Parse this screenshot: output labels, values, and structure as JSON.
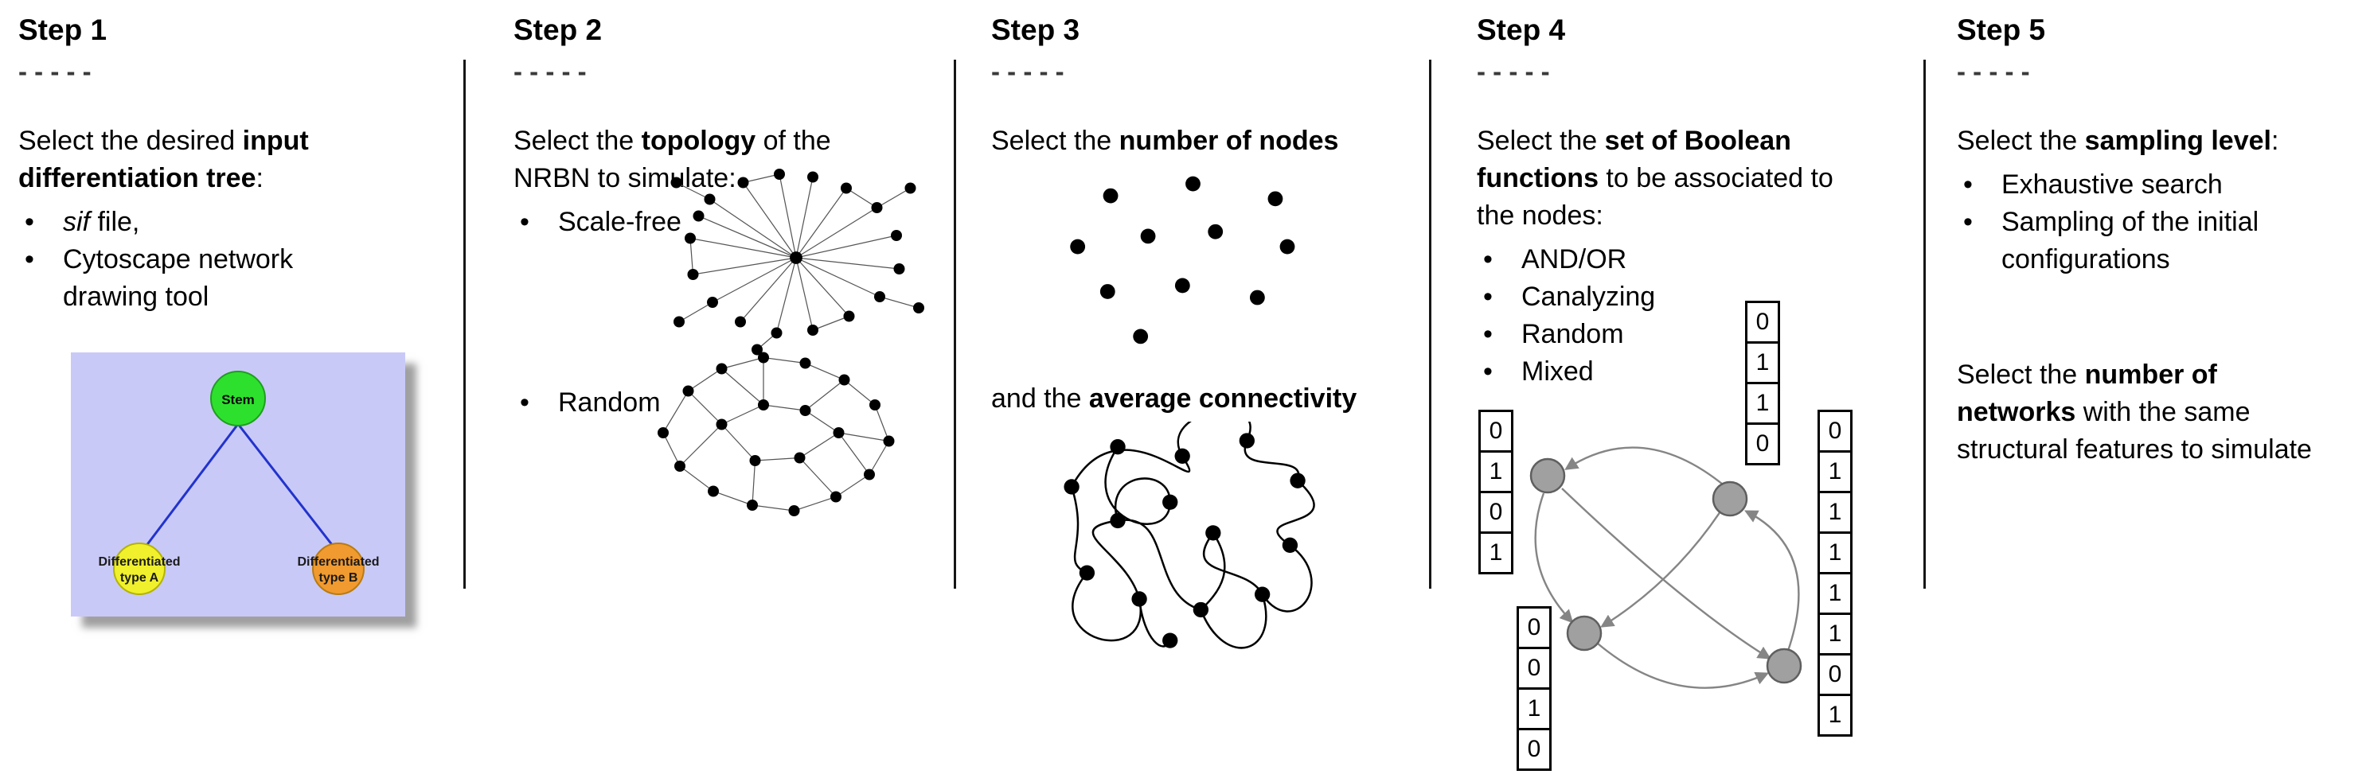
{
  "steps": [
    {
      "title": "Step 1",
      "dashes": "- - - - -",
      "intro": [
        {
          "t": "Select the desired "
        },
        {
          "t": "input\ndifferentiation tree",
          "b": true
        },
        {
          "t": ":"
        }
      ],
      "bullets": [
        [
          {
            "t": "sif",
            "i": true
          },
          {
            "t": " file,"
          }
        ],
        [
          {
            "t": "Cytoscape network\ndrawing tool"
          }
        ]
      ],
      "tree": {
        "stem_label": "Stem",
        "type_a_line1": "Differentiated",
        "type_a_line2": "type A",
        "type_b_line1": "Differentiated",
        "type_b_line2": "type B",
        "colors": {
          "background": "#c9c9f8",
          "stem": "#2ee02e",
          "type_a": "#f0f02c",
          "type_b": "#f09a30",
          "edge": "#2233cc"
        }
      }
    },
    {
      "title": "Step 2",
      "dashes": "- - - - -",
      "intro": [
        {
          "t": "Select the "
        },
        {
          "t": "topology",
          "b": true
        },
        {
          "t": " of the\nNRBN to simulate:"
        }
      ],
      "bullets": [
        [
          {
            "t": "Scale-free"
          }
        ],
        [
          {
            "t": "Random"
          }
        ]
      ]
    },
    {
      "title": "Step 3",
      "dashes": "- - - - -",
      "intro": [
        {
          "t": "Select the "
        },
        {
          "t": "number of nodes",
          "b": true
        }
      ],
      "para2": [
        {
          "t": "and the "
        },
        {
          "t": "average connectivity",
          "b": true
        }
      ]
    },
    {
      "title": "Step 4",
      "dashes": "- - - - -",
      "intro": [
        {
          "t": "Select the "
        },
        {
          "t": "set of Boolean\nfunctions",
          "b": true
        },
        {
          "t": " to be associated to\nthe nodes:"
        }
      ],
      "bullets": [
        [
          {
            "t": "AND/OR"
          }
        ],
        [
          {
            "t": "Canalyzing"
          }
        ],
        [
          {
            "t": "Random"
          }
        ],
        [
          {
            "t": "Mixed"
          }
        ]
      ],
      "tables": {
        "left": [
          "0",
          "1",
          "0",
          "1"
        ],
        "top": [
          "0",
          "1",
          "1",
          "0"
        ],
        "right": [
          "0",
          "1",
          "1",
          "1",
          "1",
          "1",
          "0",
          "1"
        ],
        "bottom": [
          "0",
          "0",
          "1",
          "0"
        ]
      },
      "colors": {
        "node": "#a0a0a0",
        "node_border": "#5f5f5f",
        "arrow": "#858585"
      }
    },
    {
      "title": "Step 5",
      "dashes": "- - - - -",
      "intro": [
        {
          "t": "Select the "
        },
        {
          "t": "sampling level",
          "b": true
        },
        {
          "t": ":"
        }
      ],
      "bullets": [
        [
          {
            "t": "Exhaustive search"
          }
        ],
        [
          {
            "t": "Sampling of the initial\nconfigurations"
          }
        ]
      ],
      "para2": [
        {
          "t": "Select the "
        },
        {
          "t": "number of\nnetworks",
          "b": true
        },
        {
          "t": " with the same\nstructural features to simulate"
        }
      ]
    }
  ]
}
